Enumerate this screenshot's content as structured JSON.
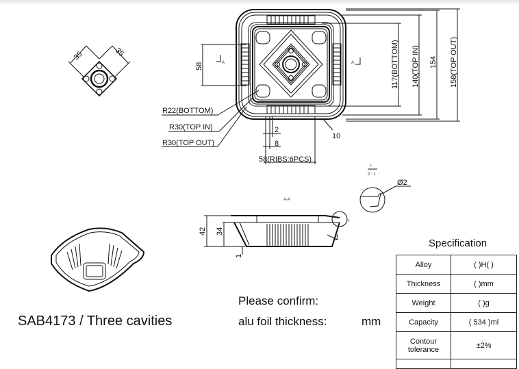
{
  "drawing": {
    "top_view": {
      "dims": {
        "bottom": "117(BOTTOM)",
        "top_in": "140(TOP IN)",
        "overall": "154",
        "top_out": "158(TOP OUT)",
        "left_58": "58",
        "r22": "R22(BOTTOM)",
        "r30_in": "R30(TOP IN)",
        "r30_out": "R30(TOP OUT)",
        "rib_2": "2",
        "rib_8": "8",
        "ribs": "58(RIBS:6PCS)",
        "corner_10": "10",
        "section_marker": "A"
      }
    },
    "detail_view": {
      "dims": {
        "d35a": "35",
        "d35b": "35"
      }
    },
    "section_view": {
      "title": "A-A",
      "dims": {
        "h42": "42",
        "h34": "34",
        "h1": "1",
        "wall1": "1",
        "detail_marker": "I"
      }
    },
    "detail_i": {
      "title": "I",
      "scale": "2 : 1",
      "diameter": "Ø2"
    }
  },
  "labels": {
    "product": "SAB4173 / Three cavities",
    "confirm": "Please confirm:",
    "foil": "alu foil thickness:",
    "mm": "mm"
  },
  "spec": {
    "title": "Specification",
    "rows": [
      {
        "key": "Alloy",
        "value": "(        )H(     )"
      },
      {
        "key": "Thickness",
        "value": "(        )mm"
      },
      {
        "key": "Weight",
        "value": "(        )g"
      },
      {
        "key": "Capacity",
        "value": "(  534  )ml"
      },
      {
        "key": "Contour tolerance",
        "value": "±2%"
      },
      {
        "key": "",
        "value": ""
      }
    ]
  }
}
